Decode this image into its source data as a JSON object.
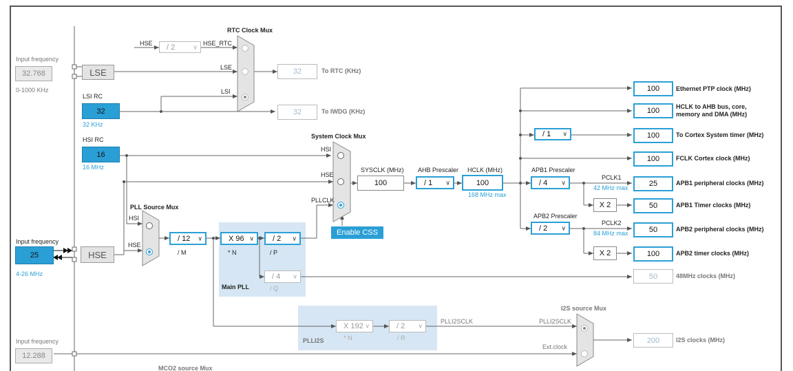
{
  "input_lse": {
    "caption": "Input frequency",
    "value": "32.768",
    "range": "0-1000 KHz",
    "label": "LSE"
  },
  "input_hse": {
    "caption": "Input frequency",
    "value": "25",
    "range": "4-26 MHz",
    "label": "HSE"
  },
  "input_i2s": {
    "caption": "Input frequency",
    "value": "12.288"
  },
  "lsi_rc": {
    "title": "LSI RC",
    "value": "32",
    "sub": "32 KHz"
  },
  "hsi_rc": {
    "title": "HSI RC",
    "value": "16",
    "sub": "16 MHz"
  },
  "rtc_mux": {
    "title": "RTC Clock Mux",
    "hse": "HSE",
    "div": "/ 2",
    "hse_rtc": "HSE_RTC",
    "lse": "LSE",
    "lsi": "LSI",
    "out_value": "32",
    "out_label": "To RTC (KHz)"
  },
  "iwdg": {
    "value": "32",
    "label": "To IWDG (KHz)"
  },
  "pll_src_mux": {
    "title": "PLL Source Mux",
    "hsi": "HSI",
    "hse": "HSE"
  },
  "main_pll": {
    "title": "Main PLL",
    "m_value": "/ 12",
    "m_label": "/ M",
    "n_value": "X 96",
    "n_label": "* N",
    "p_value": "/ 2",
    "p_label": "/ P",
    "q_value": "/ 4",
    "q_label": "/ Q"
  },
  "sys_mux": {
    "title": "System Clock Mux",
    "hsi": "HSI",
    "hse": "HSE",
    "pllclk": "PLLCLK"
  },
  "enable_css": "Enable CSS",
  "sysclk": {
    "label": "SYSCLK (MHz)",
    "value": "100"
  },
  "ahb": {
    "label": "AHB Prescaler",
    "value": "/ 1"
  },
  "hclk": {
    "label": "HCLK (MHz)",
    "value": "100",
    "max": "168 MHz max"
  },
  "apb1": {
    "label": "APB1 Prescaler",
    "value": "/ 4",
    "pclk": "PCLK1",
    "max": "42 MHz max"
  },
  "apb2": {
    "label": "APB2 Prescaler",
    "value": "/ 2",
    "pclk": "PCLK2",
    "max": "84 MHz max"
  },
  "cortex_div": "/ 1",
  "x2_a": "X 2",
  "x2_b": "X 2",
  "outputs": [
    {
      "value": "100",
      "label": "Ethernet PTP clock (MHz)"
    },
    {
      "value": "100",
      "label": "HCLK to AHB bus, core,",
      "label2": "memory and DMA (MHz)"
    },
    {
      "value": "100",
      "label": "To Cortex System timer (MHz)"
    },
    {
      "value": "100",
      "label": "FCLK Cortex clock (MHz)"
    },
    {
      "value": "25",
      "label": "APB1 peripheral clocks (MHz)"
    },
    {
      "value": "50",
      "label": "APB1 Timer clocks (MHz)"
    },
    {
      "value": "50",
      "label": "APB2 peripheral clocks (MHz)"
    },
    {
      "value": "100",
      "label": "APB2 timer clocks (MHz)"
    },
    {
      "value": "50",
      "label": "48MHz clocks (MHz)"
    }
  ],
  "plli2s": {
    "title": "PLLI2S",
    "n_value": "X 192",
    "n_label": "* N",
    "r_value": "/ 2",
    "r_label": "/ R",
    "out_label": "PLLI2SCLK"
  },
  "i2s_mux": {
    "title": "I2S source Mux",
    "plli2sclk": "PLLI2SCLK",
    "ext": "Ext.clock",
    "out_value": "200",
    "out_label": "I2S clocks (MHz)"
  },
  "mco2_title": "MCO2 source Mux"
}
